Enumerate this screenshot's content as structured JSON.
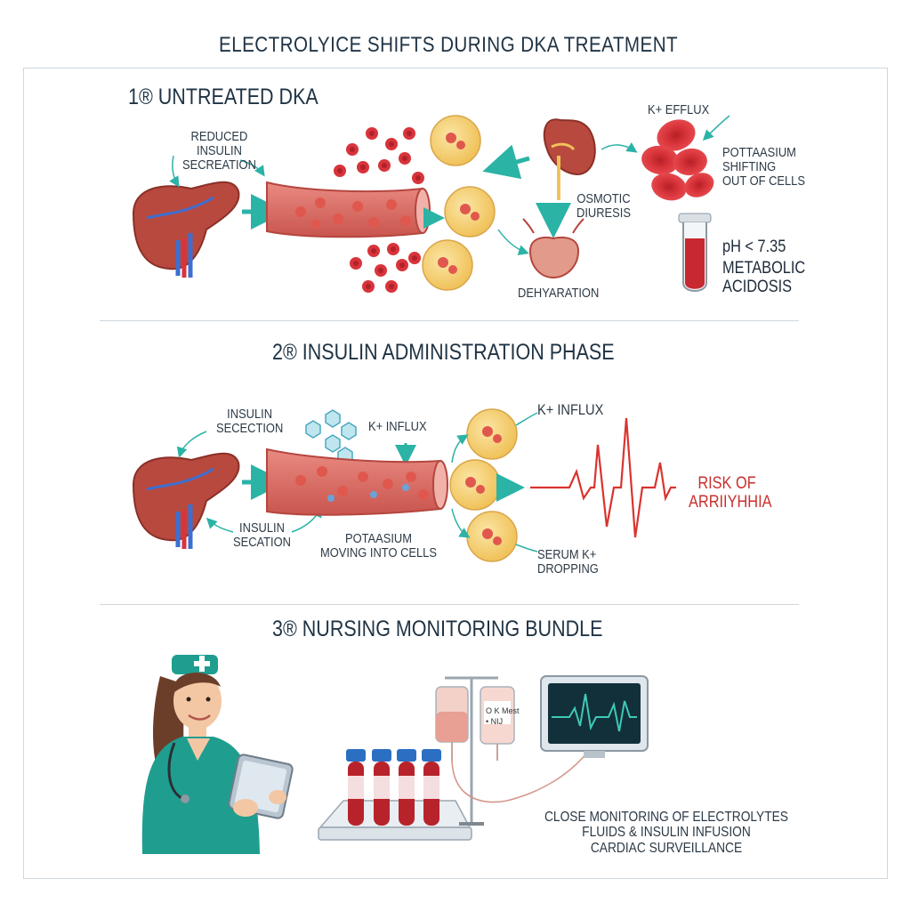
{
  "title": "ELECTROLYICE SHIFTS DURING DKA TREATMENT",
  "sections": [
    {
      "heading": "1® UNTREATED DKA",
      "labels": {
        "reduced_insulin": [
          "REDUCED",
          "INSULIN",
          "SECREATION"
        ],
        "k_efflux": "K+ EFFLUX",
        "potassium_shift": [
          "POTTAASIUM",
          "SHIFTING",
          "OUT OF CELLS"
        ],
        "osmotic": [
          "OSMOTIC",
          "DIURESIS"
        ],
        "dehydration": "DEHYARATION",
        "ph": "pH < 7.35",
        "acidosis": [
          "METABOLIC",
          "ACIDOSIS"
        ]
      }
    },
    {
      "heading": "2® INSULIN ADMINISTRATION PHASE",
      "labels": {
        "insulin_secection": [
          "INSULIN",
          "SECECTION"
        ],
        "k_influx_center": "K+ INFLUX",
        "k_influx_right": "K+ INFLUX",
        "insulin_secation": [
          "INSULIN",
          "SECATION"
        ],
        "potassium_moving": [
          "POTAASIUM",
          "MOVING INTO CELLS"
        ],
        "serum_k": [
          "SERUM K+",
          "DROPPING"
        ],
        "risk": [
          "RISK OF",
          "ARRIIYHHIA"
        ]
      }
    },
    {
      "heading": "3® NURSING MONITORING BUNDLE",
      "labels": {
        "iv_bag": [
          "O K Mest",
          "• NIJ"
        ],
        "monitoring": [
          "CLOSE MONITORING OF ELECTROLYTES",
          "FLUIDS & INSULIN INFUSION",
          "CARDIAC SURVEILLANCE"
        ]
      }
    }
  ],
  "colors": {
    "teal": "#2bb3a6",
    "blood": "#d8343b",
    "vessel": "#e07a72",
    "cell": "#f4cc6a",
    "organ": "#b8493f",
    "scrubs": "#1f9e8f",
    "ecg_red": "#d9342f",
    "monitor_line": "#3ec9b8"
  },
  "icons": [
    "pancreas-icon",
    "kidney-icon",
    "bladder-icon",
    "blood-vessel-icon",
    "red-blood-cell-icon",
    "insulin-molecule-icon",
    "test-tube-icon",
    "ecg-waveform-icon",
    "nurse-icon",
    "iv-bag-icon",
    "cardiac-monitor-icon"
  ]
}
